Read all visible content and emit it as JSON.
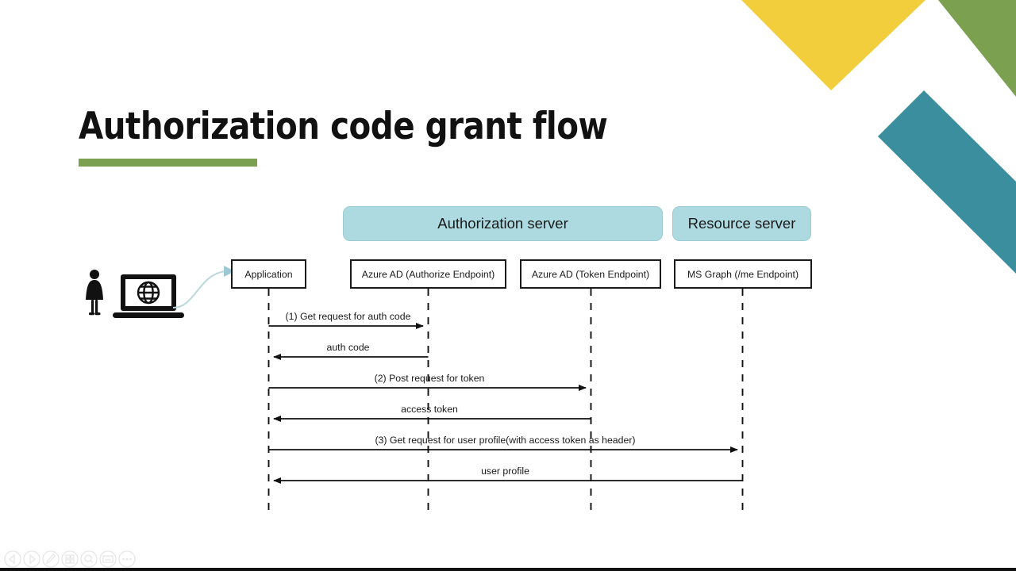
{
  "slide": {
    "title": "Authorization code grant flow",
    "accent_green": "#7ba04f",
    "accent_yellow": "#f2ce3c",
    "accent_teal": "#3b8e9e",
    "accent_lightblue": "#addae0"
  },
  "chart_data": {
    "type": "diagram",
    "diagram_kind": "sequence-diagram",
    "title": "Authorization code grant flow",
    "groups": [
      {
        "id": "authorization-server",
        "label": "Authorization server",
        "covers": [
          "azure-ad-authorize",
          "azure-ad-token"
        ]
      },
      {
        "id": "resource-server",
        "label": "Resource server",
        "covers": [
          "ms-graph"
        ]
      }
    ],
    "participants": [
      {
        "id": "application",
        "label": "Application"
      },
      {
        "id": "azure-ad-authorize",
        "label": "Azure AD (Authorize Endpoint)"
      },
      {
        "id": "azure-ad-token",
        "label": "Azure AD (Token Endpoint)"
      },
      {
        "id": "ms-graph",
        "label": "MS Graph (/me Endpoint)"
      }
    ],
    "messages": [
      {
        "seq": 1,
        "label": "(1) Get request for auth code",
        "from": "application",
        "to": "azure-ad-authorize",
        "direction": "right"
      },
      {
        "seq": 2,
        "label": "auth code",
        "from": "azure-ad-authorize",
        "to": "application",
        "direction": "left"
      },
      {
        "seq": 3,
        "label": "(2) Post request for token",
        "from": "application",
        "to": "azure-ad-token",
        "direction": "right"
      },
      {
        "seq": 4,
        "label": "access token",
        "from": "azure-ad-token",
        "to": "application",
        "direction": "left"
      },
      {
        "seq": 5,
        "label": "(3) Get request for user profile(with access token as header)",
        "from": "application",
        "to": "ms-graph",
        "direction": "right"
      },
      {
        "seq": 6,
        "label": "user profile",
        "from": "ms-graph",
        "to": "application",
        "direction": "left"
      }
    ],
    "actors": [
      {
        "id": "user",
        "icon": "person-icon"
      },
      {
        "id": "browser",
        "icon": "laptop-globe-icon"
      }
    ]
  },
  "toolbar": {
    "buttons": [
      {
        "name": "previous-slide-button",
        "icon": "chevron-left-icon"
      },
      {
        "name": "next-slide-button",
        "icon": "chevron-right-icon"
      },
      {
        "name": "pen-tool-button",
        "icon": "pen-icon"
      },
      {
        "name": "all-slides-button",
        "icon": "grid-icon"
      },
      {
        "name": "zoom-button",
        "icon": "search-icon"
      },
      {
        "name": "present-view-button",
        "icon": "screen-icon"
      },
      {
        "name": "more-options-button",
        "icon": "ellipsis-icon"
      }
    ]
  }
}
